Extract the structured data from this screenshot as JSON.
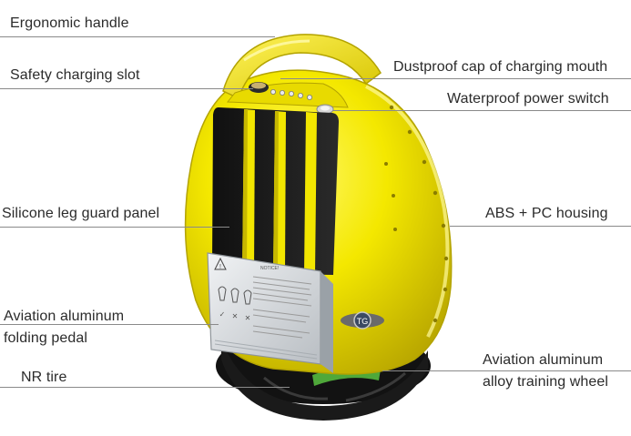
{
  "callouts": {
    "ergonomic_handle": "Ergonomic handle",
    "safety_charging_slot": "Safety charging slot",
    "dustproof_cap": "Dustproof cap of charging mouth",
    "waterproof_switch": "Waterproof power switch",
    "leg_guard": "Silicone leg guard panel",
    "housing": "ABS + PC housing",
    "pedal_line1": "Aviation aluminum",
    "pedal_line2": "folding pedal",
    "tire": "NR tire",
    "training_wheel_line1": "Aviation aluminum",
    "training_wheel_line2": "alloy training wheel"
  },
  "pedal_plate": {
    "heading": "NOTICE!"
  },
  "colors": {
    "body_yellow": "#f2e600",
    "body_shadow": "#c9b800",
    "leg_guard_black": "#1c1c1c",
    "tire_black": "#161616",
    "pedal_silver": "#d9dde0",
    "leader_line": "#8a8a8a"
  }
}
